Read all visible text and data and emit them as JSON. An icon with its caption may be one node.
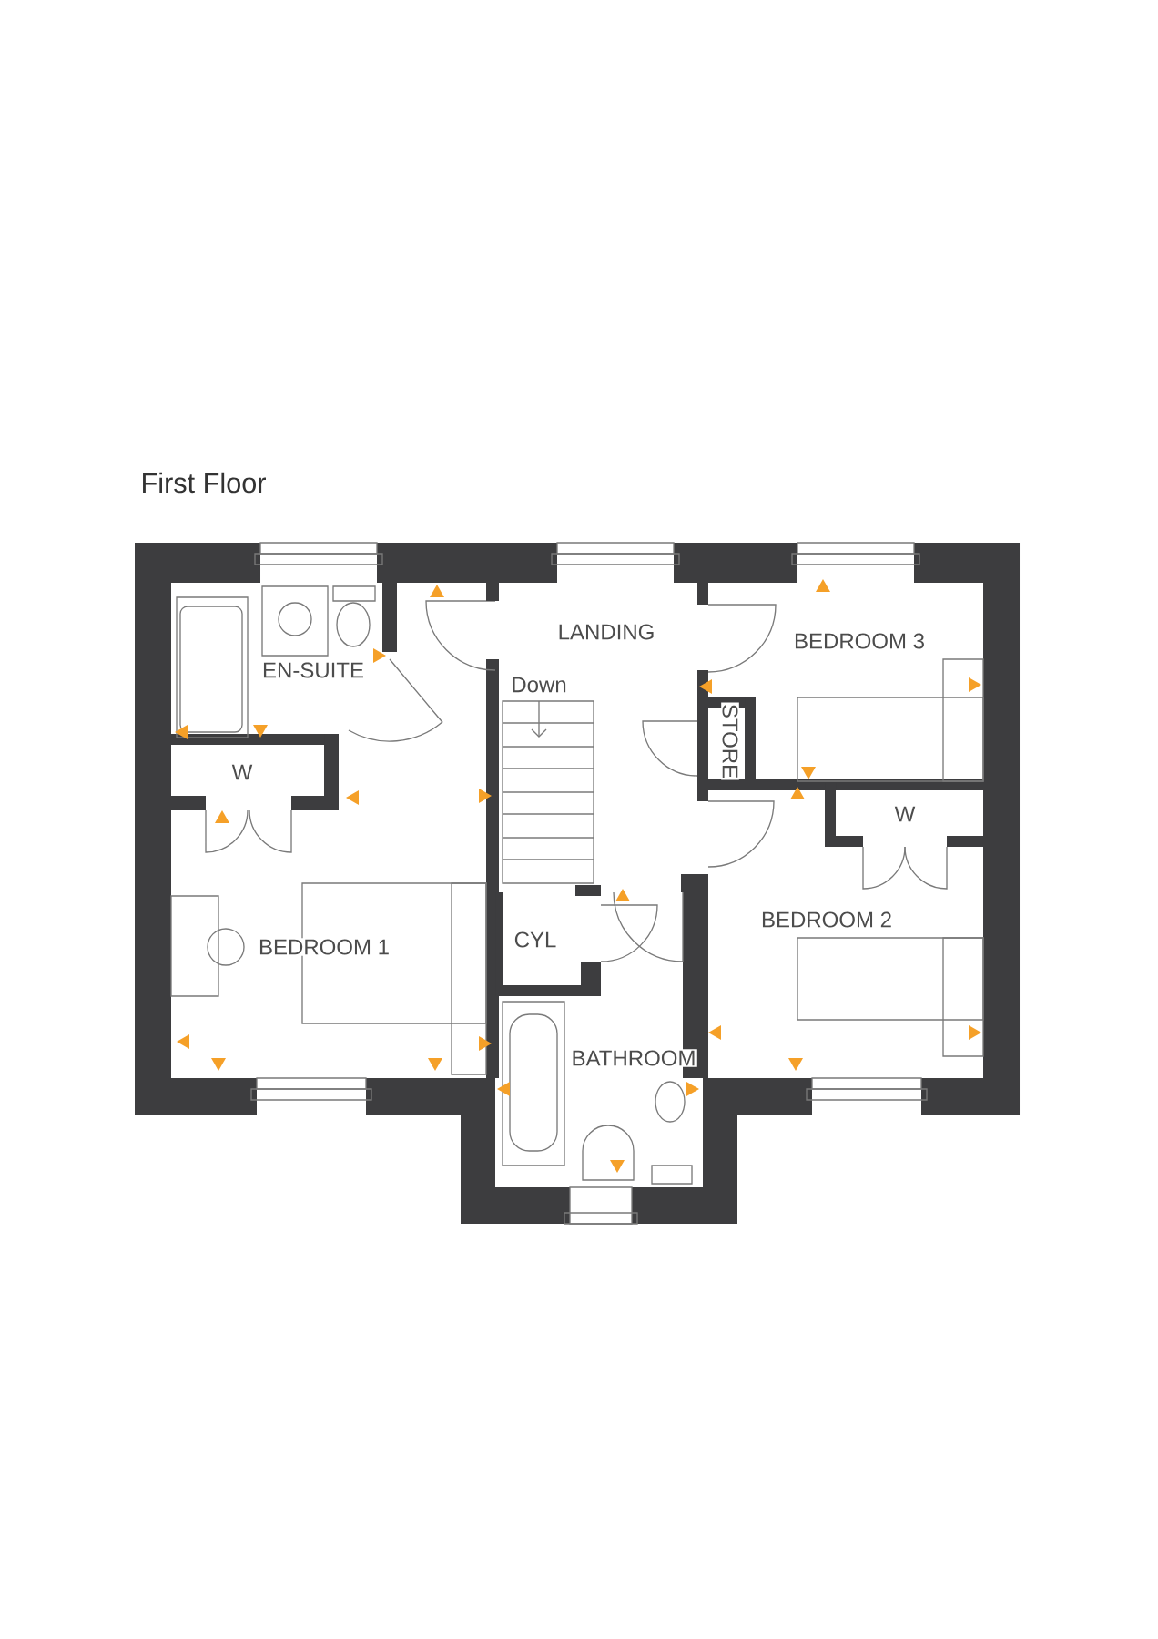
{
  "diagram": {
    "title": "First Floor",
    "labels": [
      "LANDING",
      "BEDROOM 3",
      "EN-SUITE",
      "Down",
      "STORE",
      "W",
      "W",
      "BEDROOM 2",
      "CYL",
      "BEDROOM 1",
      "BATHROOM"
    ]
  }
}
